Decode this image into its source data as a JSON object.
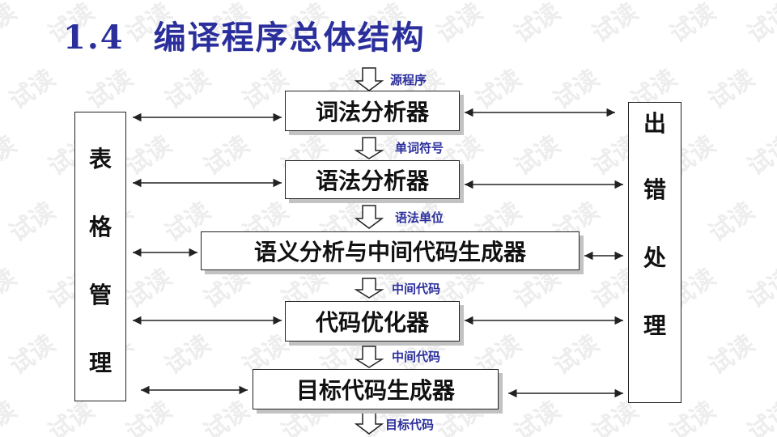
{
  "title": {
    "number": "1.4",
    "text": "编译程序总体结构"
  },
  "phases": [
    "词法分析器",
    "语法分析器",
    "语义分析与中间代码生成器",
    "代码优化器",
    "目标代码生成器"
  ],
  "flow_labels": [
    "源程序",
    "单词符号",
    "语法单位",
    "中间代码",
    "中间代码",
    "目标代码"
  ],
  "table_management": [
    "表",
    "格",
    "管",
    "理"
  ],
  "error_handling": [
    "出",
    "错",
    "处",
    "理"
  ],
  "watermark_text": "试读",
  "colors": {
    "title": "#2b2f9c",
    "label": "#2b2f9c",
    "border": "#222222",
    "shadow": "#c2c2c2"
  }
}
